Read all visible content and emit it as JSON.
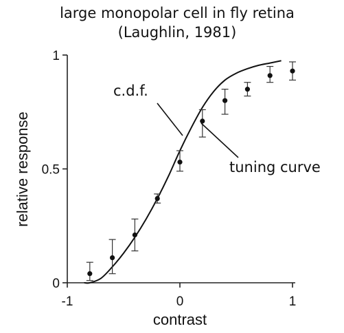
{
  "chart_data": {
    "type": "scatter",
    "title": "large monopolar cell in fly retina",
    "subtitle": "(Laughlin, 1981)",
    "xlabel": "contrast",
    "ylabel": "relative response",
    "xlim": [
      -1,
      1
    ],
    "ylim": [
      0,
      1
    ],
    "x_ticks": [
      "-1",
      "0",
      "1"
    ],
    "y_ticks": [
      "0",
      "0.5",
      "1"
    ],
    "grid": false,
    "annotations": [
      "c.d.f.",
      "tuning curve"
    ],
    "series": [
      {
        "name": "tuning curve",
        "kind": "points_with_error_bars",
        "x": [
          -0.8,
          -0.6,
          -0.4,
          -0.2,
          0.0,
          0.2,
          0.4,
          0.6,
          0.8,
          1.0
        ],
        "y": [
          0.04,
          0.11,
          0.21,
          0.37,
          0.53,
          0.71,
          0.8,
          0.85,
          0.91,
          0.93
        ],
        "err_low": [
          0.03,
          0.07,
          0.07,
          0.02,
          0.04,
          0.07,
          0.06,
          0.03,
          0.03,
          0.04
        ],
        "err_high": [
          0.05,
          0.08,
          0.07,
          0.02,
          0.05,
          0.05,
          0.05,
          0.03,
          0.04,
          0.04
        ]
      },
      {
        "name": "c.d.f.",
        "kind": "line",
        "x": [
          -0.85,
          -0.8,
          -0.7,
          -0.6,
          -0.5,
          -0.4,
          -0.3,
          -0.2,
          -0.1,
          0.0,
          0.1,
          0.2,
          0.3,
          0.4,
          0.5,
          0.6,
          0.7,
          0.8,
          0.9
        ],
        "y": [
          0.0,
          0.0,
          0.02,
          0.07,
          0.13,
          0.2,
          0.28,
          0.37,
          0.47,
          0.58,
          0.68,
          0.77,
          0.84,
          0.89,
          0.92,
          0.94,
          0.955,
          0.965,
          0.975
        ]
      }
    ]
  }
}
